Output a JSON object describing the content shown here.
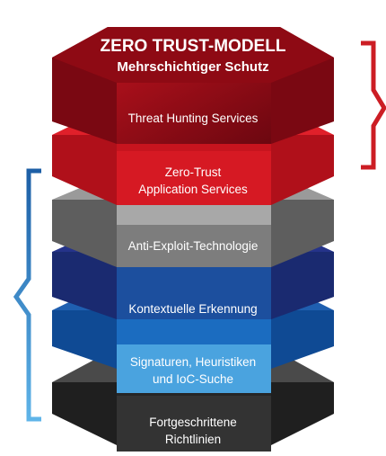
{
  "title": "ZERO TRUST-MODELL",
  "subtitle": "Mehrschichtiger Schutz",
  "layers": [
    {
      "line1": "Threat Hunting Services",
      "line2": ""
    },
    {
      "line1": "Zero-Trust",
      "line2": "Application Services"
    },
    {
      "line1": "Anti-Exploit-Technologie",
      "line2": ""
    },
    {
      "line1": "Kontextuelle Erkennung",
      "line2": ""
    },
    {
      "line1": "Signaturen, Heuristiken",
      "line2": "und IoC-Suche"
    },
    {
      "line1": "Fortgeschrittene",
      "line2": "Richtlinien"
    }
  ],
  "colors": {
    "top": "#8e0a14",
    "red": "#d11a24",
    "gray": "#8a8a8a",
    "navy": "#1e2e78",
    "blue": "#1565b4",
    "dark": "#2b2b2b",
    "bracket_red": "#cc1d24",
    "bracket_blue_top": "#1d5fa6",
    "bracket_blue_bottom": "#5fb4e8"
  }
}
